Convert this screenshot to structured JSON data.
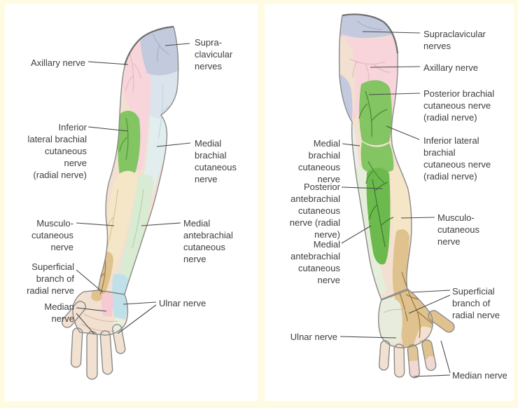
{
  "colors": {
    "page_border": "#fffbe2",
    "panel_bg": "#ffffff",
    "ink": "#3e3e3e",
    "leader": "#4a4a4a",
    "outline": "#8a8a8a",
    "outline_dark": "#6e6e6e",
    "skin": "#f2e0d0",
    "supraclavicular": "#c3cadd",
    "axilla_shade": "#d9dfec",
    "axillary_pink": "#f7d5db",
    "radial_green": "#83c463",
    "radial_green_dark": "#6cba4e",
    "medial_brachial": "#e2edee",
    "medial_brachial_post": "#e9efe7",
    "musculocutaneous": "#f4e6c6",
    "medial_antebrachial": "#d9ebd3",
    "medial_antebrachial_post": "#e4eedb",
    "radial_tan": "#dfc28e",
    "median_pink": "#f6c9d3",
    "median_tip_pink": "#f2d8d4",
    "ulnar_blue": "#c0e1ea",
    "ulnar_pale": "#e7ecdc",
    "palm_pale": "#e9eedd",
    "branch_green": "#4c8c36",
    "branch_tan": "#9b7a40",
    "branch_pink": "#e9b9c3",
    "branch_lavender": "#a9b1cd"
  },
  "left_panel": {
    "labels": {
      "axillary": "Axillary nerve",
      "supraclavicular": "Supra-\nclavicular\nnerves",
      "inferior_lateral_brachial": "Inferior\nlateral brachial\ncutaneous\nnerve\n(radial nerve)",
      "medial_brachial": "Medial\nbrachial\ncutaneous\nnerve",
      "musculocutaneous": "Musculo-\ncutaneous\nnerve",
      "medial_antebrachial": "Medial\nantebrachial\ncutaneous\nnerve",
      "superficial_radial": "Superficial\nbranch of\nradial nerve",
      "median": "Median\nnerve",
      "ulnar": "Ulnar nerve"
    }
  },
  "right_panel": {
    "labels": {
      "supraclavicular": "Supraclavicular\nnerves",
      "axillary": "Axillary nerve",
      "posterior_brachial": "Posterior brachial\ncutaneous nerve\n(radial nerve)",
      "inferior_lateral_brachial": "Inferior lateral\nbrachial\ncutaneous nerve\n(radial nerve)",
      "medial_brachial": "Medial\nbrachial\ncutaneous\nnerve",
      "posterior_antebrachial": "Posterior\nantebrachial\ncutaneous\nnerve (radial\nnerve)",
      "medial_antebrachial": "Medial\nantebrachial\ncutaneous\nnerve",
      "musculocutaneous": "Musculo-\ncutaneous\nnerve",
      "superficial_radial": "Superficial\nbranch of\nradial nerve",
      "ulnar": "Ulnar nerve",
      "median": "Median nerve"
    }
  }
}
